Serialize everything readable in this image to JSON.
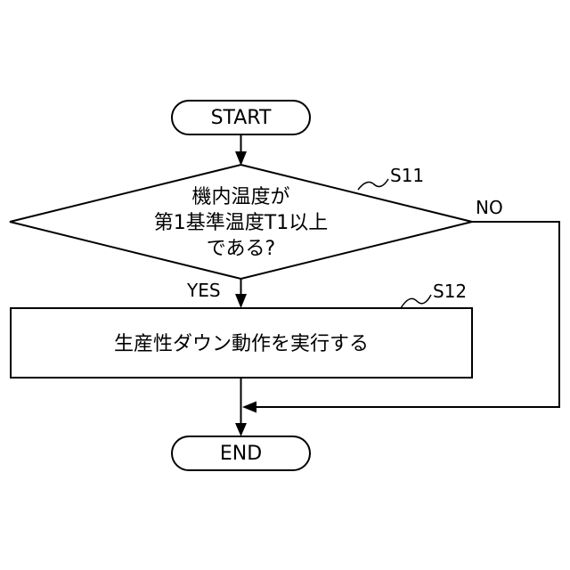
{
  "nodes": {
    "start": {
      "label": "START"
    },
    "decision": {
      "lines": [
        "機内温度が",
        "第1基準温度T1以上",
        "である?"
      ],
      "step": "S11"
    },
    "process": {
      "label": "生産性ダウン動作を実行する",
      "step": "S12"
    },
    "end": {
      "label": "END"
    }
  },
  "branches": {
    "yes": "YES",
    "no": "NO"
  }
}
